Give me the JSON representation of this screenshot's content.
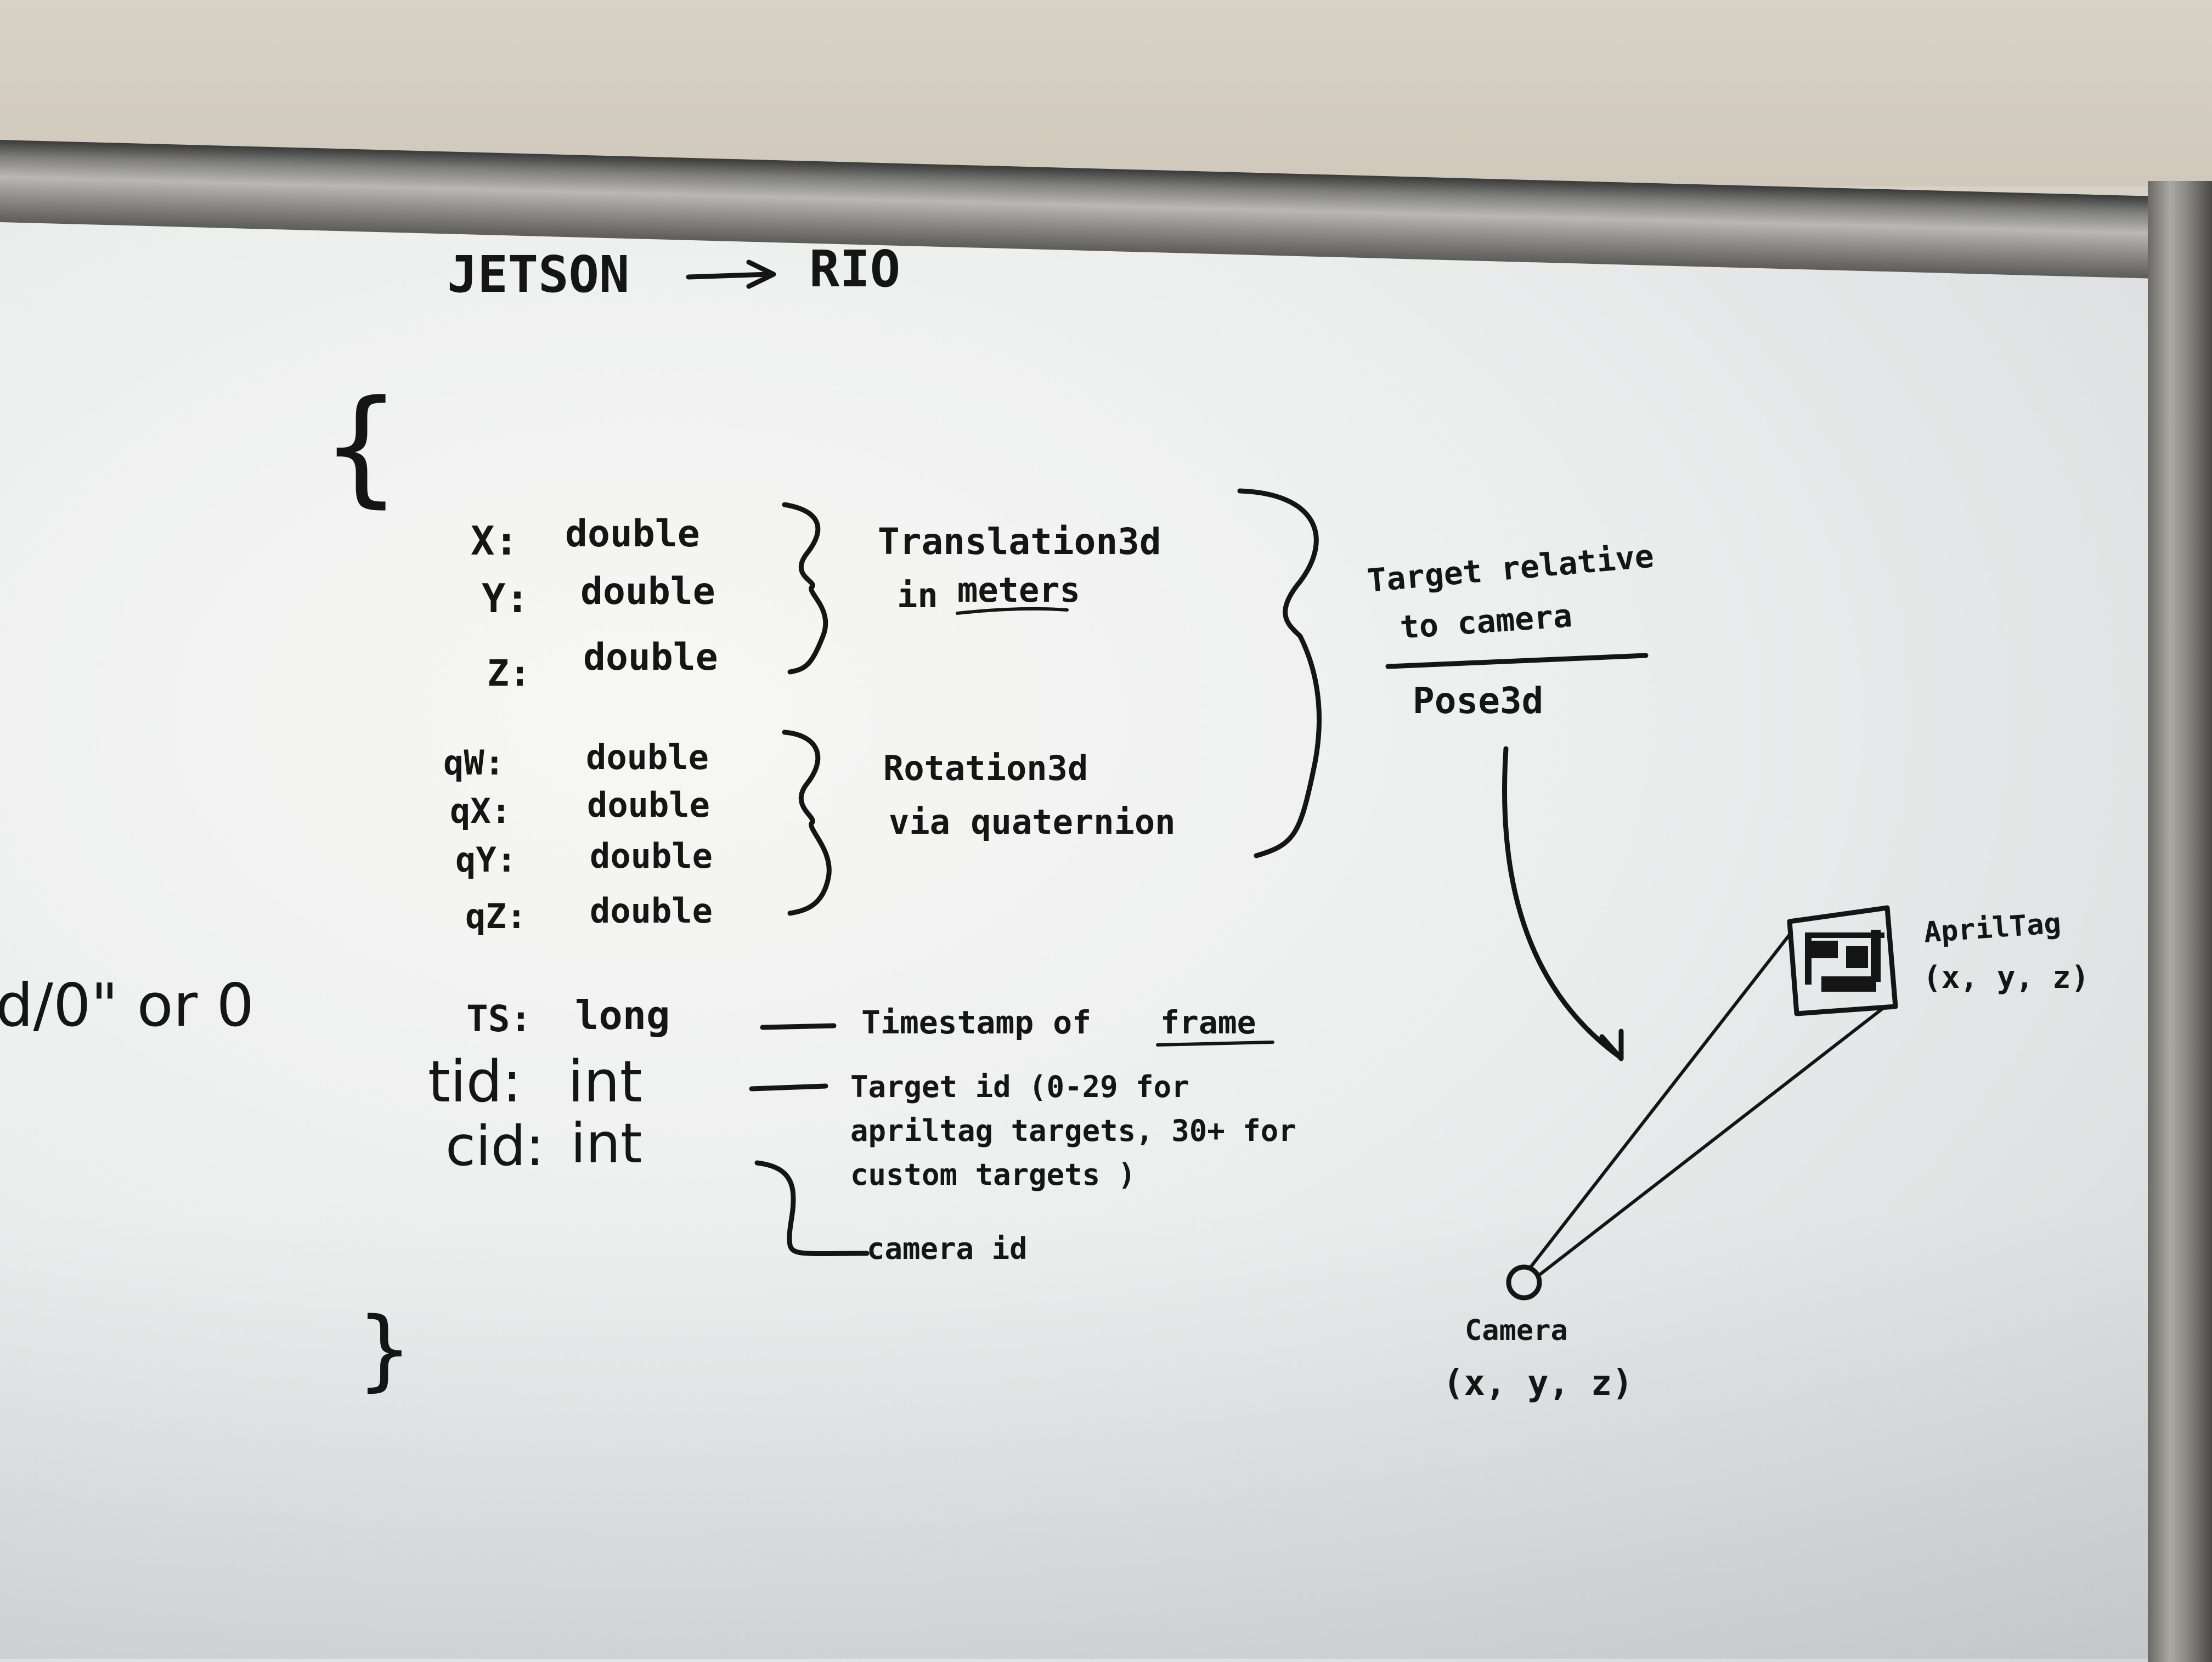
{
  "whiteboard": {
    "title_left": "JETSON",
    "title_right": "RIO",
    "open_brace": "{",
    "close_brace": "}",
    "left_edge_fragment": "d/0\" or 0",
    "fields": [
      {
        "name": "X:",
        "type": "double"
      },
      {
        "name": "Y:",
        "type": "double"
      },
      {
        "name": "Z:",
        "type": "double"
      },
      {
        "name": "qW:",
        "type": "double"
      },
      {
        "name": "qX:",
        "type": "double"
      },
      {
        "name": "qY:",
        "type": "double"
      },
      {
        "name": "qZ:",
        "type": "double"
      },
      {
        "name": "TS:",
        "type": "long"
      },
      {
        "name": "tid:",
        "type": "int"
      },
      {
        "name": "cid:",
        "type": "int"
      }
    ],
    "translation_note_line1": "Translation3d",
    "translation_note_line2_prefix": "in",
    "translation_note_line2_underlined": "meters",
    "rotation_note_line1": "Rotation3d",
    "rotation_note_line2": "via quaternion",
    "pose_note_line1": "Target relative",
    "pose_note_line2": "to camera",
    "pose_note_type": "Pose3d",
    "ts_note_prefix": "Timestamp of",
    "ts_note_underlined": "frame",
    "tid_note_line1": "Target id (0-29 for",
    "tid_note_line2": "apriltag targets, 30+ for",
    "tid_note_line3": "custom targets )",
    "cid_note": "camera id",
    "apriltag_label": "AprilTag",
    "apriltag_coords": "(x, y, z)",
    "camera_label": "Camera",
    "camera_coords": "(x, y, z)"
  }
}
